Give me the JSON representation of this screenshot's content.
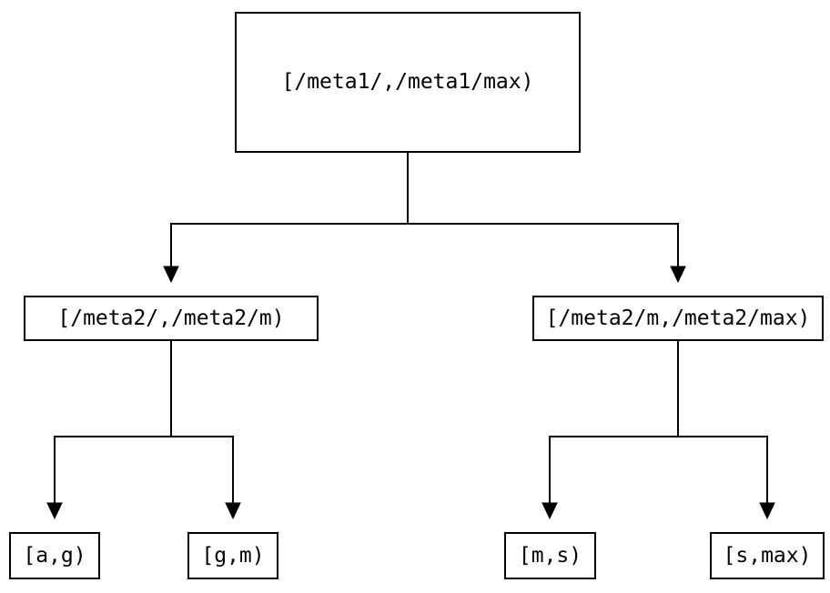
{
  "diagram": {
    "type": "tree",
    "colors": {
      "background": "#ffffff",
      "line": "#000000",
      "text": "#000000",
      "box_border": "#000000",
      "box_fill": "#ffffff"
    },
    "nodes": {
      "root": {
        "label": "[/meta1/,/meta1/max)"
      },
      "left_child": {
        "label": "[/meta2/,/meta2/m)"
      },
      "right_child": {
        "label": "[/meta2/m,/meta2/max)"
      },
      "leaf_ag": {
        "label": "[a,g)"
      },
      "leaf_gm": {
        "label": "[g,m)"
      },
      "leaf_ms": {
        "label": "[m,s)"
      },
      "leaf_smax": {
        "label": "[s,max)"
      }
    },
    "edges": [
      {
        "from": "root",
        "to": "left_child"
      },
      {
        "from": "root",
        "to": "right_child"
      },
      {
        "from": "left_child",
        "to": "leaf_ag"
      },
      {
        "from": "left_child",
        "to": "leaf_gm"
      },
      {
        "from": "right_child",
        "to": "leaf_ms"
      },
      {
        "from": "right_child",
        "to": "leaf_smax"
      }
    ]
  }
}
